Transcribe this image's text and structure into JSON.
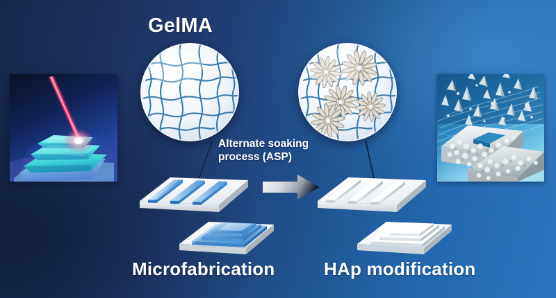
{
  "figure": {
    "type": "graphical-abstract",
    "background_left_color": "#16284d",
    "background_right_color": "#2a74bd"
  },
  "title": {
    "gelma": "GelMA"
  },
  "center": {
    "asp_line1": "Alternate soaking",
    "asp_line2": "process (ASP)",
    "arrow_direction": "right"
  },
  "stages": {
    "left_label": "Microfabrication",
    "right_label": "HAp modification"
  },
  "circles": {
    "gelma": {
      "name": "gelma-hydrogel-network",
      "fill_color": "#eef4fb",
      "network_color": "#2f74a8",
      "strand_count": 11
    },
    "hap": {
      "name": "gelma-with-hap-crystals",
      "fill_color": "#eef4fb",
      "network_color": "#2f74a8",
      "crystal_color": "#b9b2a4",
      "crystal_count": 5
    }
  },
  "insets": {
    "laser": {
      "name": "laser-microfabrication-photo",
      "beam_color": "#e8306e",
      "structure_color": "#53e6e0",
      "background_color": "#0b1430"
    },
    "hap_photo": {
      "name": "hap-coated-scaffold-photo",
      "background_color": "#1f6ea8",
      "structure_color": "#dfe4e6",
      "crystal_color": "#cfd8de"
    }
  },
  "scaffolds": {
    "blue_ridges": {
      "name": "microfabricated-ridged-scaffold",
      "color": "#4f9fdc",
      "ridges": 3
    },
    "blue_pyramid": {
      "name": "microfabricated-stepped-pyramid",
      "color": "#4f9fdc",
      "steps": 3
    },
    "white_ridges": {
      "name": "hap-coated-ridged-scaffold",
      "color": "#f4f6f8",
      "ridges": 3
    },
    "white_pyramid": {
      "name": "hap-coated-stepped-pyramid",
      "color": "#f4f6f8",
      "steps": 3
    }
  }
}
